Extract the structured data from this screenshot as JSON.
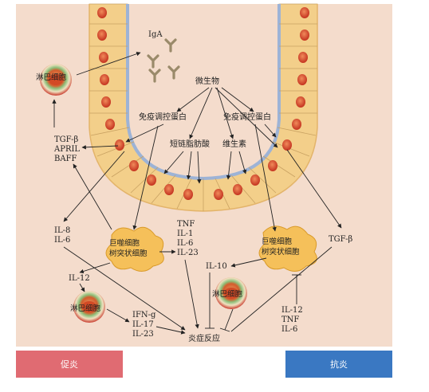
{
  "labels": {
    "iga": "IgA",
    "lymph_top": "淋巴细胞",
    "microbes": "微生物",
    "immunoreg_left": "免疫调控蛋白",
    "immunoreg_right": "免疫调控蛋白",
    "scfa": "短链脂肪酸",
    "vitamin": "维生素",
    "left_cytokines": [
      "TGF-β",
      "APRIL",
      "BAFF"
    ],
    "il8_il6": [
      "IL-8",
      "IL-6"
    ],
    "mac_left": [
      "巨噬细胞",
      "树突状细胞"
    ],
    "mac_right": [
      "巨噬细胞",
      "树突状细胞"
    ],
    "center_cytokines": [
      "TNF",
      "IL-1",
      "IL-6",
      "IL-23"
    ],
    "il12": "IL-12",
    "lymph_left": "淋巴细胞",
    "ifn_block": [
      "IFN-g",
      "IL-17",
      "IL-23"
    ],
    "il10": "IL-10",
    "lymph_mid": "淋巴细胞",
    "tgf_right": "TGF-β",
    "right_cytokines": [
      "IL-12",
      "TNF",
      "IL-6"
    ],
    "inflammation": "炎症反应"
  },
  "footer": {
    "pro_label": "促炎",
    "anti_label": "抗炎",
    "pro_color": "#e06b72",
    "anti_color": "#3a78c2"
  },
  "colors": {
    "background": "#f4dccc",
    "epithelial": "#f3cf8a",
    "nucleus": "#d6402c",
    "lining": "#9db3d6"
  }
}
